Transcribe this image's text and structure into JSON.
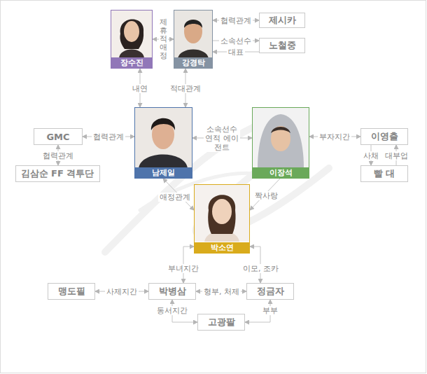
{
  "diagram": {
    "nodes": [
      {
        "text": [
          "장수진"
        ]
      },
      {
        "text": [
          "강경탁"
        ]
      },
      {
        "text": [
          "제시카"
        ]
      },
      {
        "text": [
          "노철중"
        ]
      },
      {
        "text": [
          "GMC"
        ]
      },
      {
        "text": [
          "남제일"
        ]
      },
      {
        "text": [
          "이장석"
        ]
      },
      {
        "text": [
          "이영출"
        ]
      },
      {
        "text": [
          "김삼순 FF 격투단"
        ]
      },
      {
        "text": [
          "빨 대"
        ]
      },
      {
        "text": [
          "박소연"
        ]
      },
      {
        "text": [
          "맹도필"
        ]
      },
      {
        "text": [
          "박병삼"
        ]
      },
      {
        "text": [
          "정금자"
        ]
      },
      {
        "text": [
          "고광팔"
        ]
      }
    ],
    "edges": [
      {
        "from": 0,
        "to": 1,
        "label": "제휴적 애정",
        "arrow": "both"
      },
      {
        "from": 1,
        "to": 2,
        "label": "협력관계",
        "arrow": "both"
      },
      {
        "from": 1,
        "to": 3,
        "label": "소속선수",
        "arrow": "to"
      },
      {
        "from": 3,
        "to": 1,
        "label": "대표",
        "arrow": "to"
      },
      {
        "from": 0,
        "to": 5,
        "label": "내연",
        "arrow": "both"
      },
      {
        "from": 1,
        "to": 5,
        "label": "적대관계",
        "arrow": "both"
      },
      {
        "from": 4,
        "to": 5,
        "label": "협력관계",
        "arrow": "both"
      },
      {
        "from": 4,
        "to": 8,
        "label": "협력관계",
        "arrow": "both"
      },
      {
        "from": 5,
        "to": 6,
        "label": "소속선수 연적 에이전트",
        "arrow": "both"
      },
      {
        "from": 6,
        "to": 7,
        "label": "부자지간",
        "arrow": "both"
      },
      {
        "from": 7,
        "to": 9,
        "label": "사채",
        "arrow": "to"
      },
      {
        "from": 9,
        "to": 7,
        "label": "대부업",
        "arrow": "to"
      },
      {
        "from": 5,
        "to": 10,
        "label": "애정관계",
        "arrow": "both"
      },
      {
        "from": 6,
        "to": 10,
        "label": "짝사랑",
        "arrow": "to"
      },
      {
        "from": 10,
        "to": 12,
        "label": "부녀지간",
        "arrow": "both"
      },
      {
        "from": 10,
        "to": 13,
        "label": "이모, 조카",
        "arrow": "both"
      },
      {
        "from": 11,
        "to": 12,
        "label": "사제지간",
        "arrow": "both"
      },
      {
        "from": 12,
        "to": 13,
        "label": "형부, 처제",
        "arrow": "both"
      },
      {
        "from": 12,
        "to": 14,
        "label": "동서지간",
        "arrow": "both"
      },
      {
        "from": 13,
        "to": 14,
        "label": "부부",
        "arrow": "both"
      }
    ]
  }
}
